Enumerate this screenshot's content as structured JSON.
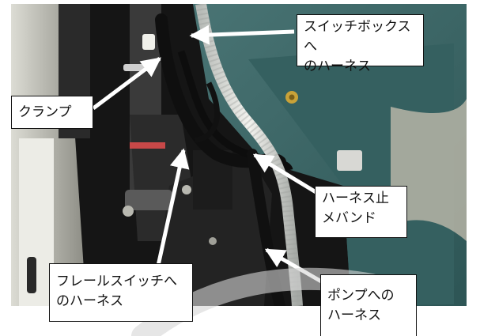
{
  "labels": {
    "switchbox": "スイッチボックスへ\nのハーネス",
    "clamp": "クランプ",
    "harness_band": "ハーネス止\nメバンド",
    "flail": "フレールスイッチへ\nのハーネス",
    "pump": "ポンプへの\nハーネス"
  },
  "colors": {
    "machine_teal": "#3d6868",
    "label_bg": "#ffffff",
    "arrow": "#ffffff"
  }
}
